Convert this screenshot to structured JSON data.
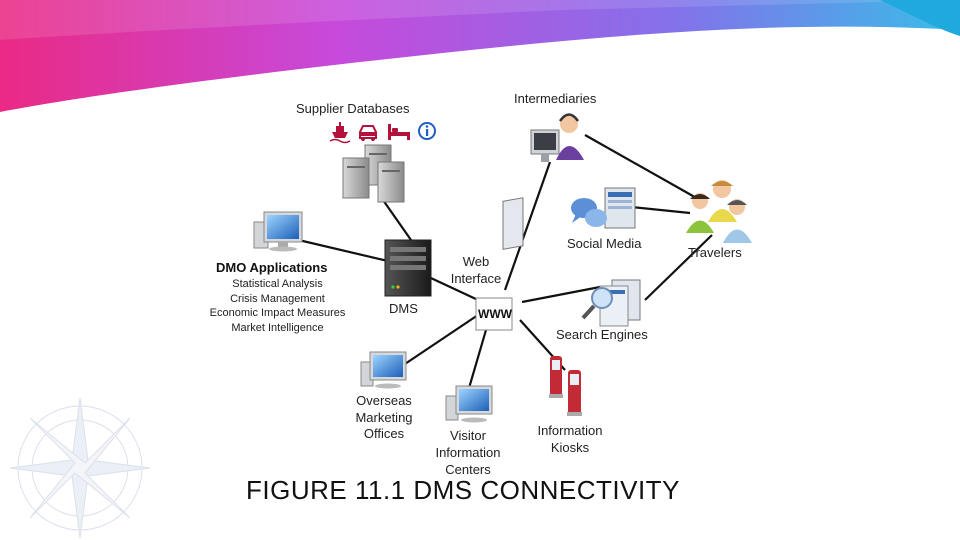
{
  "labels": {
    "supplier_databases": "Supplier Databases",
    "intermediaries": "Intermediaries",
    "social_media": "Social Media",
    "travelers": "Travelers",
    "web_interface_1": "Web",
    "web_interface_2": "Interface",
    "dms": "DMS",
    "search_engines": "Search Engines",
    "overseas_1": "Overseas",
    "overseas_2": "Marketing",
    "overseas_3": "Offices",
    "visitor_1": "Visitor",
    "visitor_2": "Information",
    "visitor_3": "Centers",
    "kiosks_1": "Information",
    "kiosks_2": "Kiosks",
    "www": "WWW"
  },
  "dmo_applications": {
    "title": "DMO Applications",
    "items": [
      "Statistical Analysis",
      "Crisis Management",
      "Economic Impact Measures",
      "Market Intelligence"
    ]
  },
  "caption": "FIGURE 11.1 DMS CONNECTIVITY",
  "supplier_icons": [
    "ship-icon",
    "car-icon",
    "bed-icon",
    "info-icon"
  ],
  "colors": {
    "supplier_icon": "#b3123a",
    "info_icon": "#1f5fbf",
    "line": "#111111",
    "banner_pink": "#e8177a",
    "banner_cyan": "#27b8e6"
  }
}
